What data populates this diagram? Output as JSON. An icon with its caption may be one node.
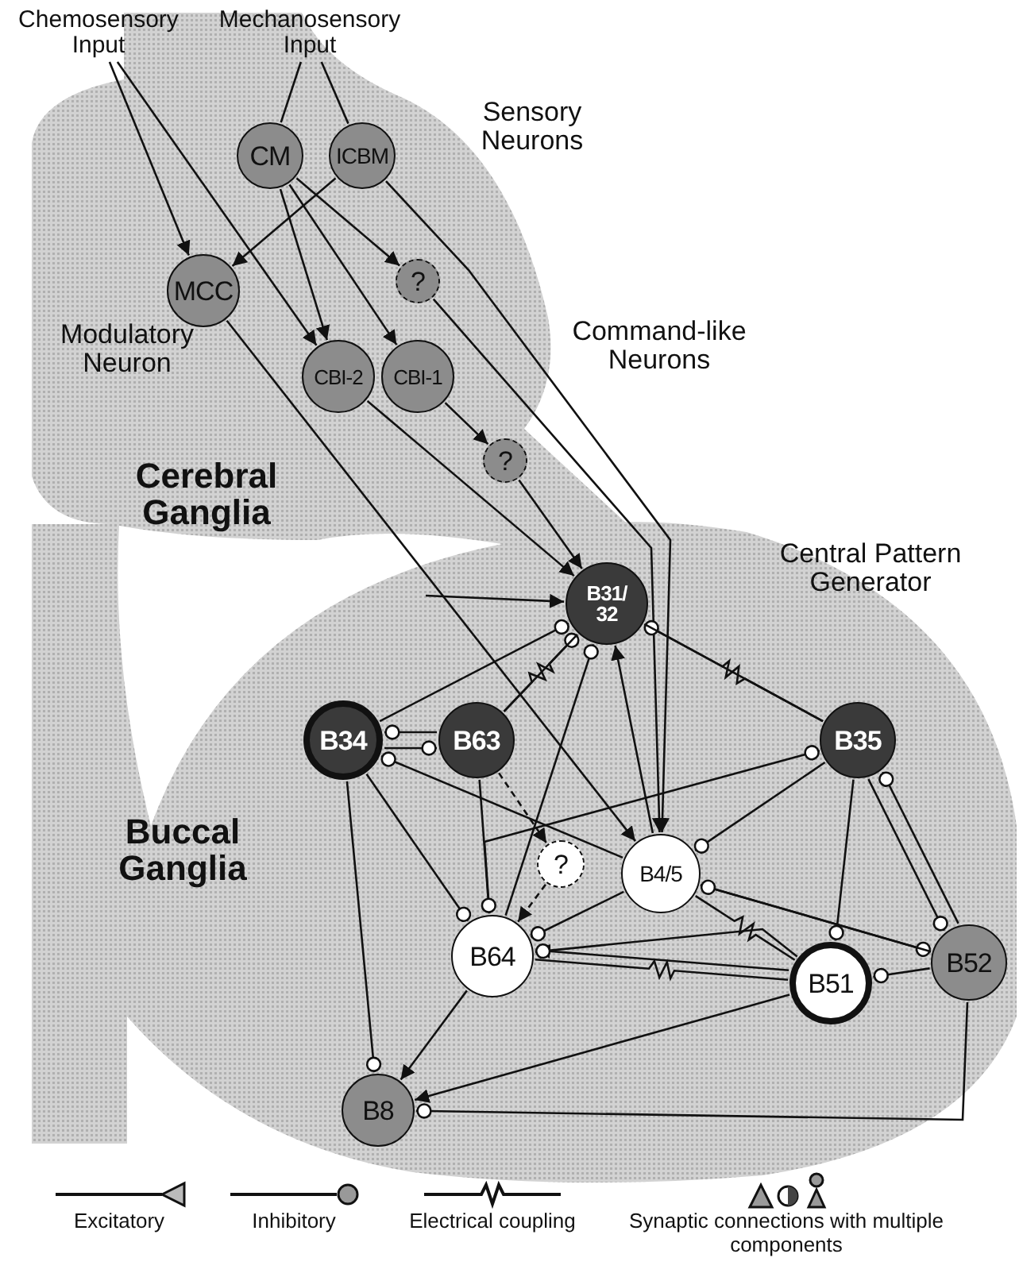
{
  "diagram": {
    "nodes": [
      {
        "text": [
          "Chemosensory Input"
        ]
      },
      {
        "text": [
          "Mechanosensory Input"
        ]
      },
      {
        "text": [
          "CM"
        ]
      },
      {
        "text": [
          "ICBM"
        ]
      },
      {
        "text": [
          "MCC"
        ]
      },
      {
        "text": [
          "?"
        ]
      },
      {
        "text": [
          "CBI-2"
        ]
      },
      {
        "text": [
          "CBI-1"
        ]
      },
      {
        "text": [
          "?"
        ]
      },
      {
        "text": [
          "B31/ 32"
        ]
      },
      {
        "text": [
          "B34"
        ]
      },
      {
        "text": [
          "B63"
        ]
      },
      {
        "text": [
          "B35"
        ]
      },
      {
        "text": [
          "?"
        ]
      },
      {
        "text": [
          "B4/5"
        ]
      },
      {
        "text": [
          "B52"
        ]
      },
      {
        "text": [
          "B64"
        ]
      },
      {
        "text": [
          "B51"
        ]
      },
      {
        "text": [
          "B8"
        ]
      }
    ],
    "edges": [
      {
        "from": 0,
        "to": 4,
        "arrow": "to"
      },
      {
        "from": 0,
        "to": 6,
        "arrow": "to"
      },
      {
        "from": 1,
        "to": 2,
        "arrow": "none"
      },
      {
        "from": 1,
        "to": 3,
        "arrow": "none"
      },
      {
        "from": 3,
        "to": 4,
        "arrow": "to"
      },
      {
        "from": 2,
        "to": 6,
        "arrow": "to"
      },
      {
        "from": 2,
        "to": 7,
        "arrow": "to"
      },
      {
        "from": 2,
        "to": 5,
        "arrow": "to"
      },
      {
        "from": 3,
        "to": 14,
        "arrow": "to"
      },
      {
        "from": 5,
        "to": 14,
        "arrow": "to"
      },
      {
        "from": 7,
        "to": 8,
        "arrow": "to"
      },
      {
        "from": 6,
        "to": 9,
        "arrow": "to"
      },
      {
        "from": 8,
        "to": 9,
        "arrow": "to"
      },
      {
        "from": 4,
        "to": 14,
        "arrow": "to"
      },
      {
        "from": null,
        "to": 9,
        "arrow": "to"
      },
      {
        "from": 10,
        "to": 9,
        "arrow": "other"
      },
      {
        "from": 11,
        "to": 9,
        "arrow": "other"
      },
      {
        "from": 11,
        "to": 9,
        "arrow": "none"
      },
      {
        "from": 10,
        "to": 11,
        "arrow": "other"
      },
      {
        "from": 11,
        "to": 10,
        "arrow": "other"
      },
      {
        "from": 14,
        "to": 9,
        "arrow": "to"
      },
      {
        "from": 16,
        "to": 9,
        "arrow": "other"
      },
      {
        "from": 12,
        "to": 9,
        "arrow": "other"
      },
      {
        "from": 12,
        "to": 9,
        "arrow": "none"
      },
      {
        "from": 12,
        "to": 14,
        "arrow": "other"
      },
      {
        "from": 12,
        "to": 15,
        "arrow": "other"
      },
      {
        "from": 12,
        "to": 17,
        "arrow": "other"
      },
      {
        "from": 15,
        "to": 12,
        "arrow": "other"
      },
      {
        "from": 16,
        "to": 12,
        "arrow": "other"
      },
      {
        "from": 14,
        "to": 15,
        "arrow": "other"
      },
      {
        "from": 15,
        "to": 14,
        "arrow": "other"
      },
      {
        "from": 14,
        "to": 17,
        "arrow": "none"
      },
      {
        "from": 16,
        "to": 17,
        "arrow": "none"
      },
      {
        "from": 17,
        "to": 16,
        "arrow": "to"
      },
      {
        "from": 17,
        "to": 18,
        "arrow": "to"
      },
      {
        "from": 16,
        "to": 18,
        "arrow": "to"
      },
      {
        "from": 15,
        "to": 18,
        "arrow": "other"
      },
      {
        "from": 10,
        "to": 18,
        "arrow": "other"
      },
      {
        "from": 11,
        "to": 13,
        "arrow": "to",
        "style": "dashed"
      },
      {
        "from": 13,
        "to": 16,
        "arrow": "to",
        "style": "dashed"
      },
      {
        "from": 11,
        "to": 16,
        "arrow": "other"
      },
      {
        "from": 10,
        "to": 16,
        "arrow": "other"
      },
      {
        "from": 15,
        "to": 17,
        "arrow": "other"
      },
      {
        "from": 14,
        "to": 10,
        "arrow": "other"
      },
      {
        "from": 14,
        "to": 16,
        "arrow": "other"
      },
      {
        "from": 17,
        "to": 16,
        "arrow": "other"
      }
    ],
    "labels": [
      "Sensory Neurons",
      "Modulatory Neuron",
      "Command-like Neurons",
      "Cerebral Ganglia",
      "Central Pattern Generator",
      "Buccal Ganglia"
    ],
    "legend": [
      {
        "text": "Excitatory"
      },
      {
        "text": "Inhibitory"
      },
      {
        "text": "Electrical coupling"
      },
      {
        "text": "Synaptic connections with multiple components"
      }
    ]
  }
}
